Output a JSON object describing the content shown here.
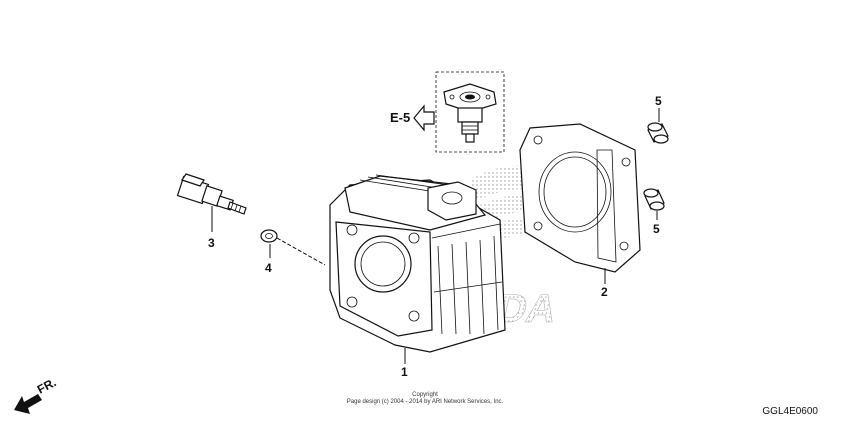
{
  "callouts": {
    "cylinder": "1",
    "gasket": "2",
    "sensor": "3",
    "washer": "4",
    "dowel_top": "5",
    "dowel_bottom": "5"
  },
  "reference": {
    "label": "E-5"
  },
  "watermark": {
    "text": "HONDA"
  },
  "copyright": {
    "line1": "Copyright",
    "line2": "Page design (c) 2004 - 2014 by ARI Network Services, Inc."
  },
  "front_indicator": {
    "label": "FR."
  },
  "diagram_code": "GGL4E0600"
}
